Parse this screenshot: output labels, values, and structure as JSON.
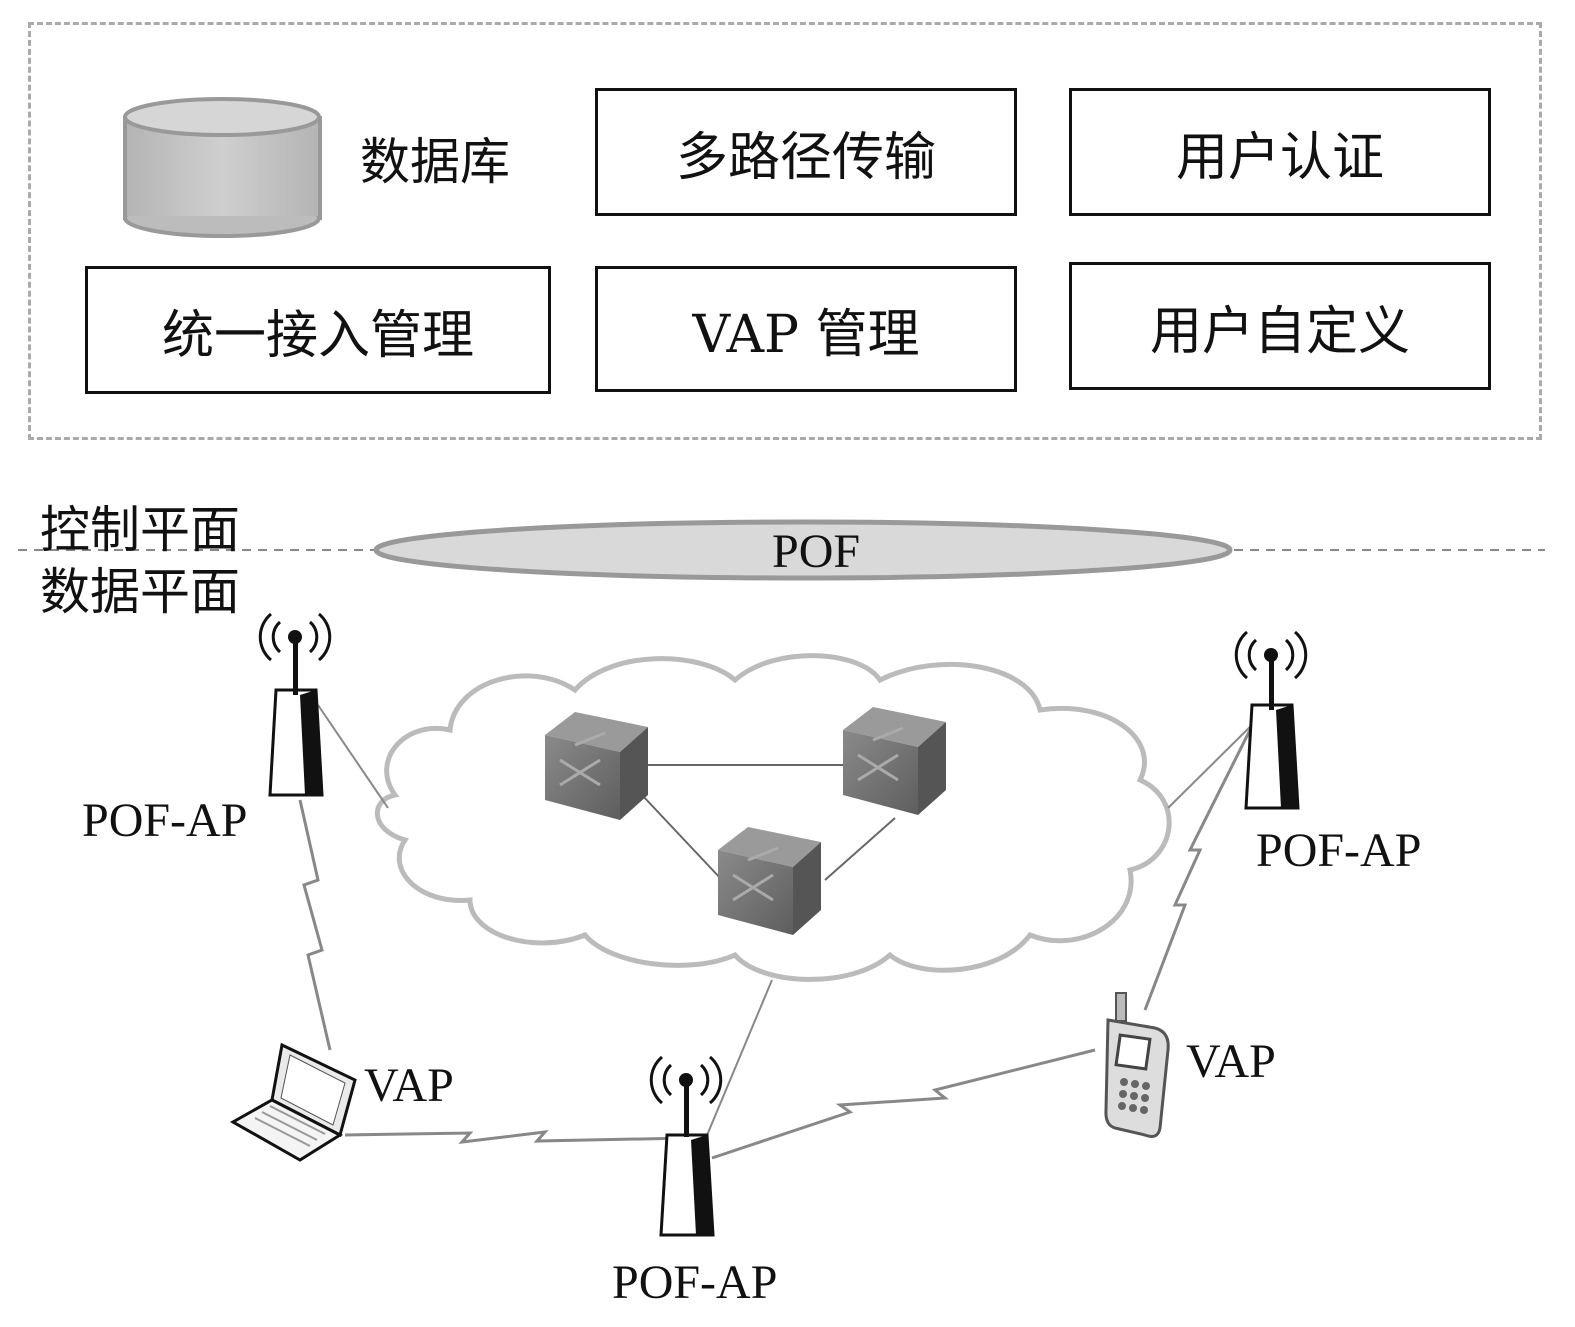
{
  "modules": {
    "database": "数据库",
    "multipath": "多路径传输",
    "auth": "用户认证",
    "unified_access": "统一接入管理",
    "vap_mgmt": "VAP 管理",
    "user_defined": "用户自定义"
  },
  "planes": {
    "control": "控制平面",
    "data": "数据平面"
  },
  "pof": "POF",
  "nodes": {
    "ap_left": "POF-AP",
    "ap_right": "POF-AP",
    "ap_bottom": "POF-AP",
    "vap_laptop": "VAP",
    "vap_phone": "VAP"
  },
  "colors": {
    "line": "#888888",
    "cloud": "#bbbbbb",
    "switch": "#777777",
    "database": "#c4c4c4"
  }
}
